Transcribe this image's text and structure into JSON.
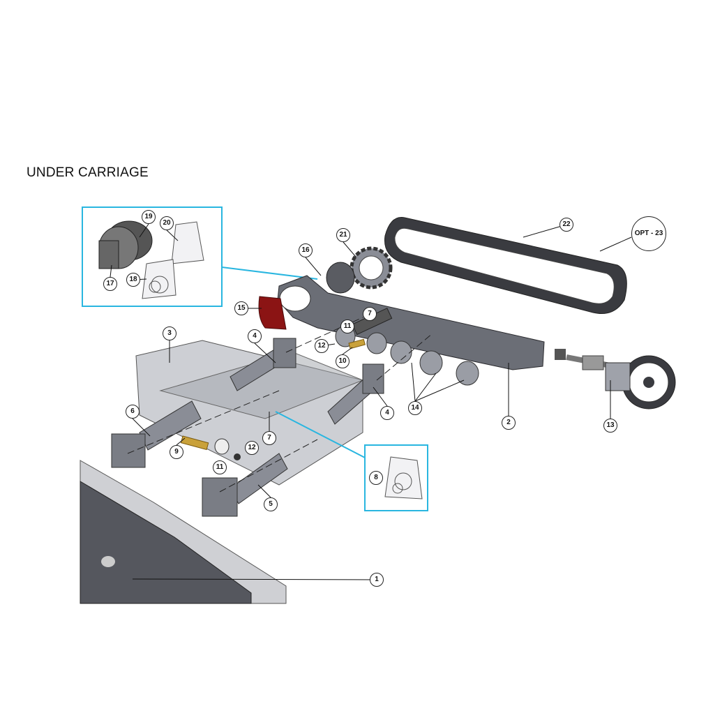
{
  "title": "UNDER CARRIAGE",
  "callouts": {
    "c1": "1",
    "c2": "2",
    "c3": "3",
    "c4": "4",
    "c5": "5",
    "c6": "6",
    "c7": "7",
    "c8": "8",
    "c9": "9",
    "c10": "10",
    "c11": "11",
    "c12": "12",
    "c13": "13",
    "c14": "14",
    "c15": "15",
    "c16": "16",
    "c17": "17",
    "c18": "18",
    "c19": "19",
    "c20": "20",
    "c21": "21",
    "c22": "22",
    "c23": "OPT -  23"
  },
  "colors": {
    "detail_box": "#29b6e0",
    "pad": "#8b1414",
    "brass": "#c9a13a",
    "part_grey": "#8a8d96",
    "dark": "#3c3e44"
  }
}
